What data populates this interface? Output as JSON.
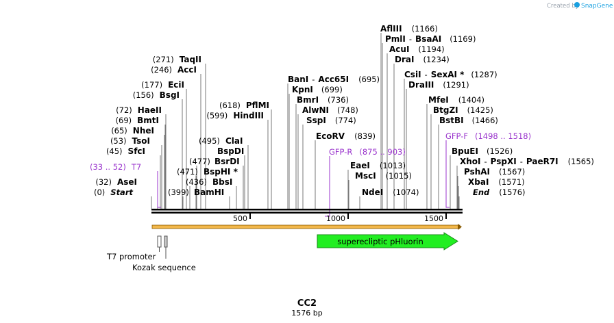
{
  "watermark": "Created by SnapGene",
  "plasmid": {
    "name": "CC2",
    "length_label": "1576 bp",
    "length": 1576
  },
  "ruler": {
    "ticks": [
      "500",
      "1000",
      "1500"
    ]
  },
  "enzymes": [
    {
      "label": "AflIII",
      "pos": "(1166)",
      "x": "1166"
    },
    {
      "label": "PmlI",
      "sep": "-",
      "label2": "BsaAI",
      "pos": "(1169)",
      "x": "1169"
    },
    {
      "label": "AcuI",
      "pos": "(1194)",
      "x": "1194"
    },
    {
      "label": "DraI",
      "pos": "(1234)",
      "x": "1234"
    },
    {
      "label": "CsiI",
      "sep": "-",
      "label2": "SexAI *",
      "pos": "(1287)",
      "x": "1287"
    },
    {
      "label": "DraIII",
      "pos": "(1291)",
      "x": "1291"
    },
    {
      "label": "TaqII",
      "pos": "(271)",
      "x": "271"
    },
    {
      "label": "AccI",
      "pos": "(246)",
      "x": "246"
    },
    {
      "label": "EciI",
      "pos": "(177)",
      "x": "177"
    },
    {
      "label": "BsgI",
      "pos": "(156)",
      "x": "156"
    },
    {
      "label": "HaeII",
      "pos": "(72)",
      "x": "72"
    },
    {
      "label": "BmtI",
      "pos": "(69)",
      "x": "69"
    },
    {
      "label": "NheI",
      "pos": "(65)",
      "x": "65"
    },
    {
      "label": "TsoI",
      "pos": "(53)",
      "x": "53"
    },
    {
      "label": "SfcI",
      "pos": "(45)",
      "x": "45"
    },
    {
      "label": "AseI",
      "pos": "(32)",
      "x": "32"
    },
    {
      "label": "PflMI",
      "pos": "(618)",
      "x": "618"
    },
    {
      "label": "HindIII",
      "pos": "(599)",
      "x": "599"
    },
    {
      "label": "ClaI",
      "pos": "(495)",
      "x": "495"
    },
    {
      "label": "BspDI",
      "pos": "(477)",
      "x": "477"
    },
    {
      "label": "BsrDI",
      "pos": "",
      "x": "477"
    },
    {
      "label": "BspHI *",
      "pos": "(471)",
      "x": "471"
    },
    {
      "label": "BbsI",
      "pos": "(436)",
      "x": "436"
    },
    {
      "label": "BamHI",
      "pos": "(399)",
      "x": "399"
    },
    {
      "label": "BanI",
      "sep": "-",
      "label2": "Acc65I",
      "pos": "(695)",
      "x": "695"
    },
    {
      "label": "KpnI",
      "pos": "(699)",
      "x": "699"
    },
    {
      "label": "BmrI",
      "pos": "(736)",
      "x": "736"
    },
    {
      "label": "AlwNI",
      "pos": "(748)",
      "x": "748"
    },
    {
      "label": "SspI",
      "pos": "(774)",
      "x": "774"
    },
    {
      "label": "EcoRV",
      "pos": "(839)",
      "x": "839"
    },
    {
      "label": "EaeI",
      "pos": "(1013)",
      "x": "1013"
    },
    {
      "label": "MscI",
      "pos": "(1015)",
      "x": "1015"
    },
    {
      "label": "NdeI",
      "pos": "(1074)",
      "x": "1074"
    },
    {
      "label": "MfeI",
      "pos": "(1404)",
      "x": "1404"
    },
    {
      "label": "BtgZI",
      "pos": "(1425)",
      "x": "1425"
    },
    {
      "label": "BstBI",
      "pos": "(1466)",
      "x": "1466"
    },
    {
      "label": "BpuEI",
      "pos": "(1526)",
      "x": "1526"
    },
    {
      "label": "XhoI",
      "sep": "-",
      "label2": "PspXI",
      "sep2": "-",
      "label3": "PaeR7I",
      "pos": "(1565)",
      "x": "1565"
    },
    {
      "label": "PshAI",
      "pos": "(1567)",
      "x": "1567"
    },
    {
      "label": "XbaI",
      "pos": "(1571)",
      "x": "1571"
    }
  ],
  "ends": [
    {
      "pos": "(0)",
      "label": "Start",
      "x": "0"
    },
    {
      "label": "End",
      "pos": "(1576)",
      "x": "1576"
    }
  ],
  "primers": [
    {
      "range": "(33 .. 52)",
      "label": "T7"
    },
    {
      "label": "GFP-R",
      "range": "(875 .. 903)"
    },
    {
      "label": "GFP-F",
      "range": "(1498 .. 1518)"
    }
  ],
  "features": [
    {
      "label": "T7 promoter"
    },
    {
      "label": "Kozak sequence"
    },
    {
      "label": "superecliptic pHluorin"
    }
  ],
  "colors": {
    "orf": "#f2b74a",
    "feature_green": "#22ee22",
    "primer": "#9933cc",
    "watermark_icon": "#1aa0e0"
  }
}
